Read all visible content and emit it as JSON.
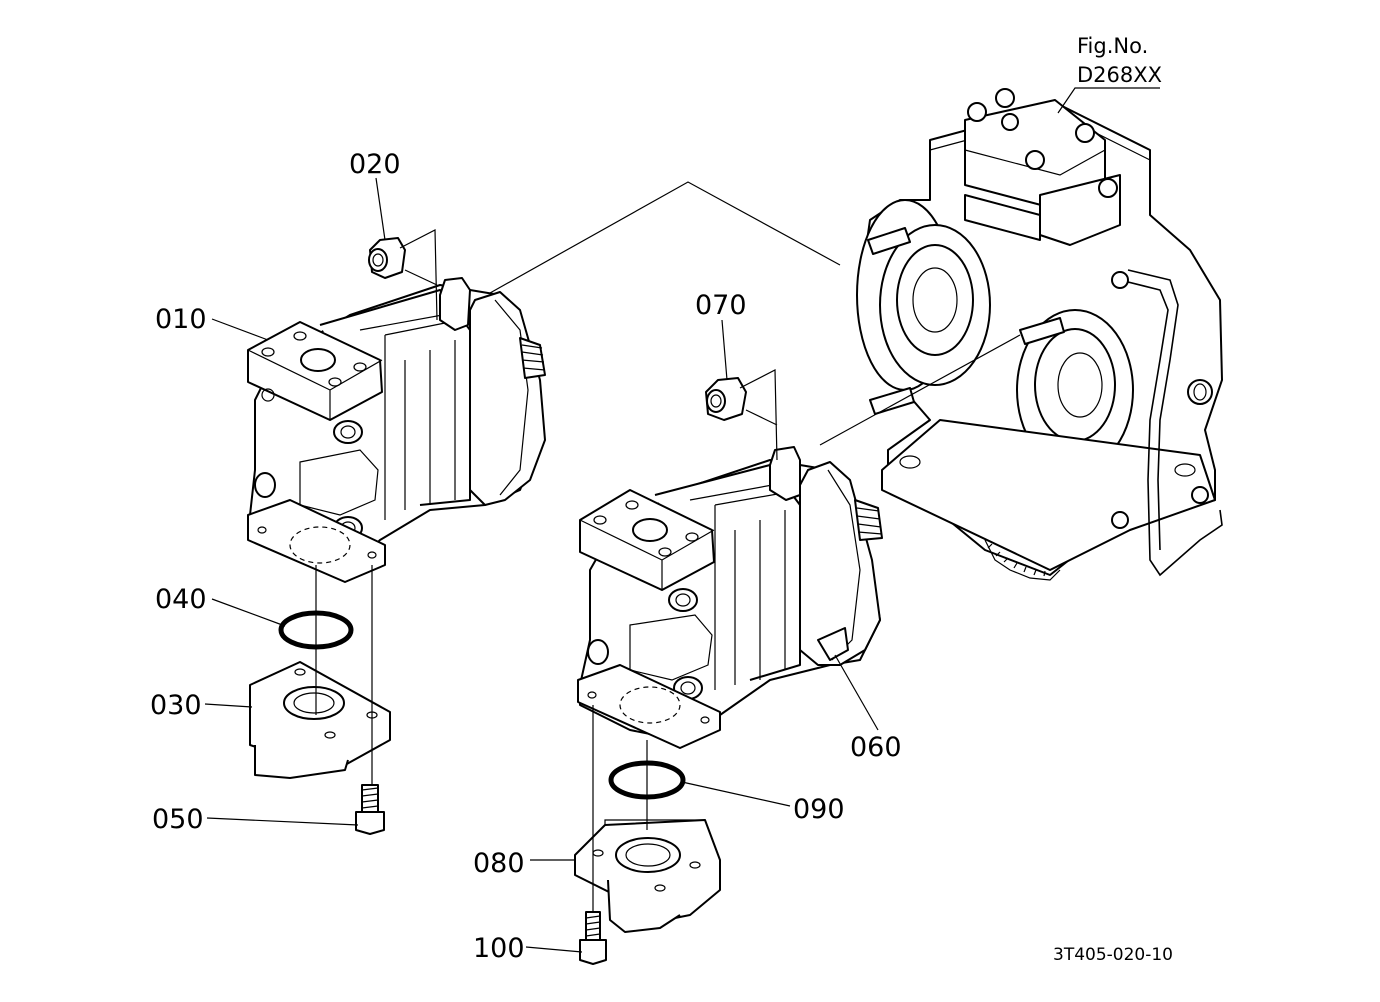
{
  "figure": {
    "fig_label": "Fig.No.",
    "fig_number": "D268XX",
    "drawing_code": "3T405-020-10"
  },
  "callouts": {
    "c010": "010",
    "c020": "020",
    "c030": "030",
    "c040": "040",
    "c050": "050",
    "c060": "060",
    "c070": "070",
    "c080": "080",
    "c090": "090",
    "c100": "100"
  }
}
